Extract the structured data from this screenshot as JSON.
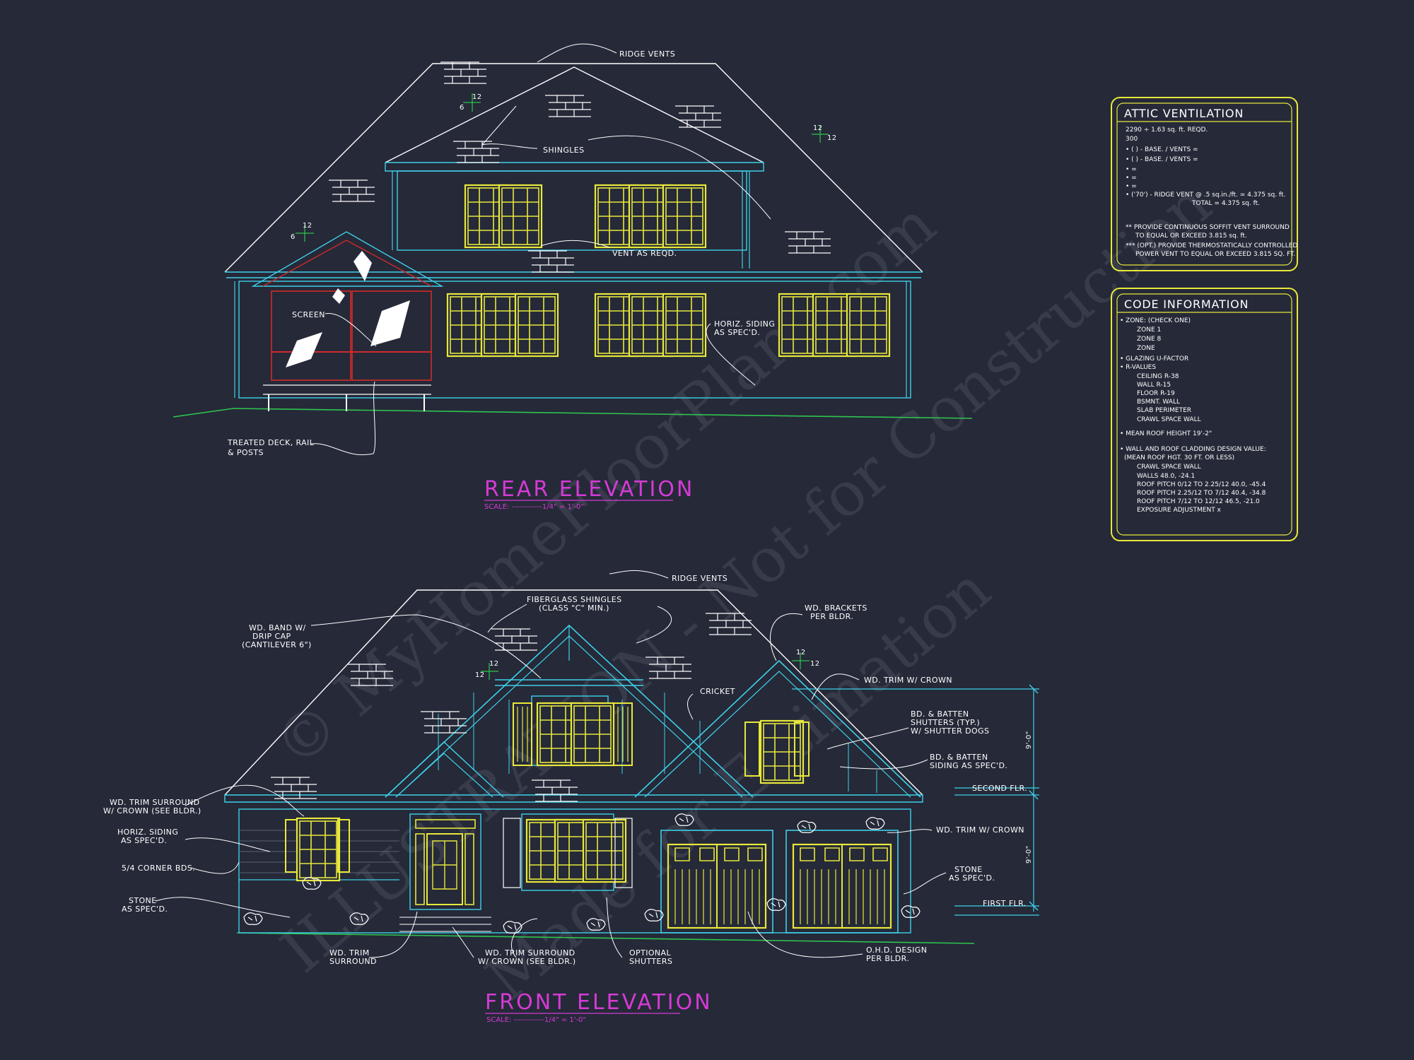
{
  "rear_elevation": {
    "title": "REAR ELEVATION",
    "scale": "SCALE: ------------1/4\" = 1'-0\"",
    "labels": {
      "ridge_vents": "RIDGE VENTS",
      "shingles": "SHINGLES",
      "vent_as_reqd": "VENT AS REQD.",
      "screen": "SCREEN",
      "horiz_siding_1": "HORIZ. SIDING",
      "horiz_siding_2": "AS SPEC'D.",
      "deck_1": "TREATED DECK, RAIL",
      "deck_2": "& POSTS"
    },
    "pitch": [
      "12",
      "6",
      "12",
      "6",
      "12",
      "12"
    ]
  },
  "front_elevation": {
    "title": "FRONT ELEVATION",
    "scale": "SCALE: ------------1/4\" = 1'-0\"",
    "labels": {
      "ridge_vents": "RIDGE VENTS",
      "fiberglass_1": "FIBERGLASS SHINGLES",
      "fiberglass_2": "(CLASS \"C\" MIN.)",
      "band_1": "WD. BAND W/",
      "band_2": "DRIP CAP",
      "band_3": "(CANTILEVER 6\")",
      "brackets_1": "WD. BRACKETS",
      "brackets_2": "PER BLDR.",
      "cricket": "CRICKET",
      "trim_crown_upper": "WD. TRIM W/ CROWN",
      "shutters_1": "BD. & BATTEN",
      "shutters_2": "SHUTTERS (TYP.)",
      "shutters_3": "W/ SHUTTER DOGS",
      "batten_siding_1": "BD. & BATTEN",
      "batten_siding_2": "SIDING AS SPEC'D.",
      "second_flr": "SECOND FLR.",
      "first_flr": "FIRST FLR.",
      "trim_crown_lower": "WD. TRIM W/ CROWN",
      "stone_r_1": "STONE",
      "stone_r_2": "AS SPEC'D.",
      "trim_surround_left_1": "WD. TRIM SURROUND",
      "trim_surround_left_2": "W/ CROWN (SEE BLDR.)",
      "horiz_siding_1": "HORIZ. SIDING",
      "horiz_siding_2": "AS SPEC'D.",
      "corner_bds": "5/4 CORNER BDS.",
      "stone_l_1": "STONE",
      "stone_l_2": "AS SPEC'D.",
      "wd_trim_1": "WD. TRIM",
      "wd_trim_2": "SURROUND",
      "trim_surround_bottom_1": "WD. TRIM SURROUND",
      "trim_surround_bottom_2": "W/ CROWN (SEE BLDR.)",
      "optional_1": "OPTIONAL",
      "optional_2": "SHUTTERS",
      "ohd_1": "O.H.D. DESIGN",
      "ohd_2": "PER BLDR."
    },
    "dims": [
      "9'-0\"",
      "9'-0\""
    ],
    "pitch": [
      "12",
      "12",
      "12",
      "12"
    ]
  },
  "attic_ventilation": {
    "heading": "ATTIC VENTILATION",
    "lines": [
      "2290 ÷ 1.63 sq. ft. REQD.",
      "300",
      "• (   ) -          BASE.    /    VENTS    =",
      "• (   ) -          BASE.    /    VENTS    =",
      "•                                                   =",
      "•                                                   =",
      "•                                                   =",
      "• ('70') - RIDGE VENT @ .5 sq.in./ft.  = 4.375 sq. ft.",
      "TOTAL     = 4.375 sq. ft.",
      "** PROVIDE CONTINUOUS SOFFIT VENT SURROUND",
      "TO EQUAL OR EXCEED 3.815 sq. ft.",
      "*** (OPT.) PROVIDE THERMOSTATICALLY CONTROLLED",
      "POWER VENT TO EQUAL OR EXCEED 3.815 SQ. FT."
    ]
  },
  "code_information": {
    "heading": "CODE INFORMATION",
    "lines": [
      "• ZONE: (CHECK ONE)",
      "ZONE 1",
      "ZONE 8",
      "ZONE",
      "• GLAZING U-FACTOR",
      "• R-VALUES",
      "CEILING                 R-38",
      "WALL                      R-15",
      "FLOOR                    R-19",
      "BSMNT. WALL",
      "SLAB PERIMETER",
      "CRAWL SPACE WALL",
      "• MEAN ROOF HEIGHT   19'-2\"",
      "• WALL AND ROOF CLADDING DESIGN VALUE:",
      "(MEAN ROOF HGT. 30 FT. OR LESS)",
      "CRAWL SPACE WALL",
      "WALLS                                  48.0, -24.1",
      "ROOF PITCH 0/12 TO 2.25/12   40.0, -45.4",
      "ROOF PITCH 2.25/12 TO 7/12   40.4, -34.8",
      "ROOF PITCH 7/12 TO 12/12    46.5, -21.0",
      "EXPOSURE ADJUSTMENT           x"
    ]
  },
  "watermark": {
    "line1": "© MyHomeFloorPlans.com",
    "line2": "ILLUSTRATION - Not for Construction",
    "line3": "Made for Estimation"
  },
  "colors": {
    "background": "#252938",
    "cyan": "#3fd0e8",
    "yellow": "#e8e83a",
    "magenta": "#d63ad6",
    "green": "#2fc44f",
    "red": "#d02a2a"
  }
}
